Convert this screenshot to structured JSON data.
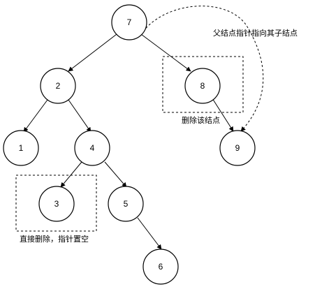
{
  "nodes": {
    "n7": {
      "label": "7"
    },
    "n2": {
      "label": "2"
    },
    "n8": {
      "label": "8"
    },
    "n1": {
      "label": "1"
    },
    "n4": {
      "label": "4"
    },
    "n9": {
      "label": "9"
    },
    "n3": {
      "label": "3"
    },
    "n5": {
      "label": "5"
    },
    "n6": {
      "label": "6"
    }
  },
  "annotations": {
    "parent_pointer": "父结点指针指向其子结点",
    "delete_node": "删除该结点",
    "direct_delete": "直接删除，指针置空"
  },
  "colors": {
    "stroke": "#000000",
    "background": "#ffffff"
  }
}
